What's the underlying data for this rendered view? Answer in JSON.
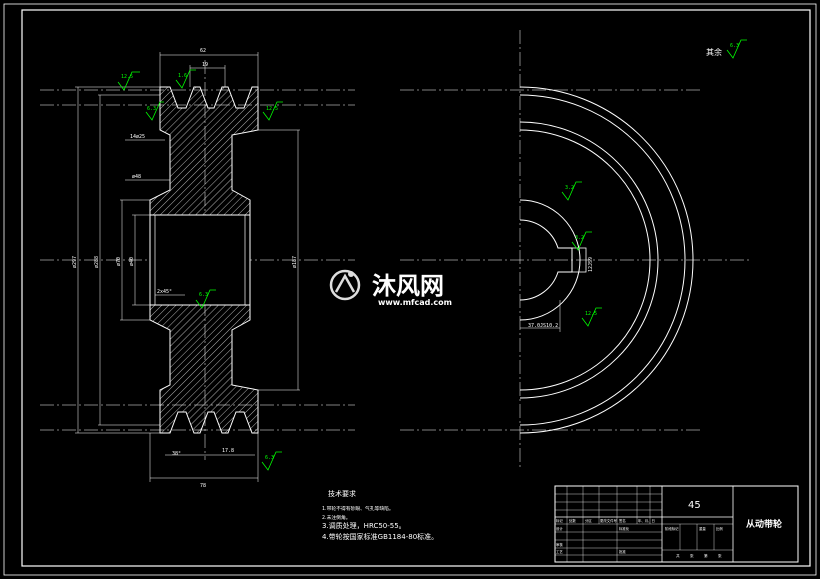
{
  "drawing": {
    "material": "45",
    "part_name": "从动带轮"
  },
  "watermark": {
    "name": "沐风网",
    "url": "www.mfcad.com"
  },
  "surface_note": "其余",
  "surface_values": {
    "rest": "6.3",
    "groove_left": "12.5",
    "groove_right": "1.6",
    "rim_top": "12.5",
    "bore": "6.3",
    "bottom": "6.3",
    "front_face": "6.3",
    "keyway": "3.2",
    "hub": "3.2",
    "rim_lower": "12.5"
  },
  "dimensions": {
    "top_width": "62",
    "groove_pitch": "19",
    "face_width": "78",
    "groove_angle": "38°",
    "groove_depth": "17.8",
    "outer_dia": "ø297",
    "rim_dia": "ø288",
    "hub_dia": "ø70",
    "bore_dia": "ø40",
    "right_dia": "ø187",
    "web1": "14ø25",
    "web2": "ø48",
    "chamfer": "2x45°",
    "key_depth": "37.0JS10.2",
    "key_width": "12JS9"
  },
  "notes": {
    "title": "技术要求",
    "items": [
      "1.带轮不得有砂眼、气孔等缺陷。",
      "2.未注倒角。",
      "3.调质处理，HRC50-55。",
      "4.带轮按国家标准GB1184-80标准。"
    ]
  },
  "title_block": {
    "cells": [
      "标记",
      "处数",
      "分区",
      "更改文件号",
      "签名",
      "年、月、日",
      "设计",
      "标准化",
      "审核",
      "工艺",
      "批准"
    ],
    "stage": [
      "阶段标记",
      "重量",
      "比例"
    ],
    "sheet": [
      "共",
      "张",
      "第",
      "张"
    ]
  }
}
